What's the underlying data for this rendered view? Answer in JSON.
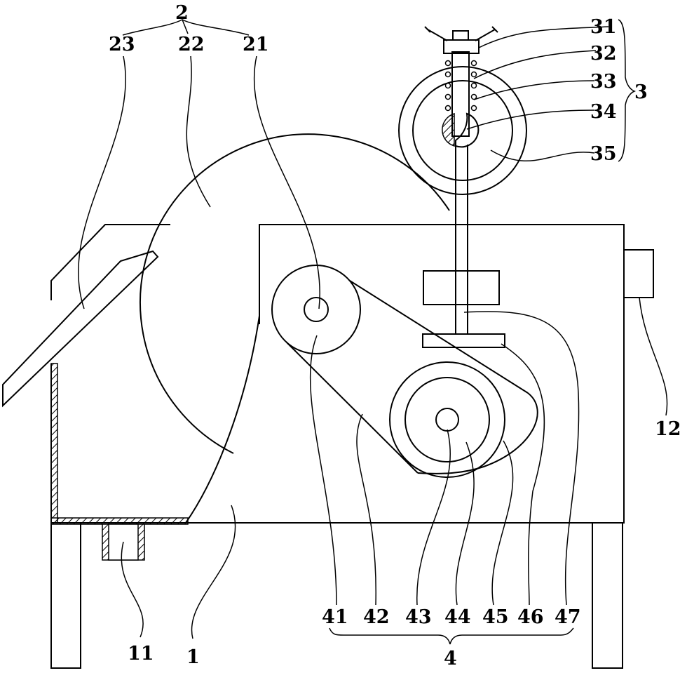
{
  "labels": {
    "l2": "2",
    "l23": "23",
    "l22": "22",
    "l21": "21",
    "l31": "31",
    "l32": "32",
    "l33": "33",
    "l3": "3",
    "l34": "34",
    "l35": "35",
    "l12": "12",
    "l41": "41",
    "l42": "42",
    "l43": "43",
    "l44": "44",
    "l45": "45",
    "l46": "46",
    "l47": "47",
    "l4": "4",
    "l11": "11",
    "l1": "1"
  }
}
